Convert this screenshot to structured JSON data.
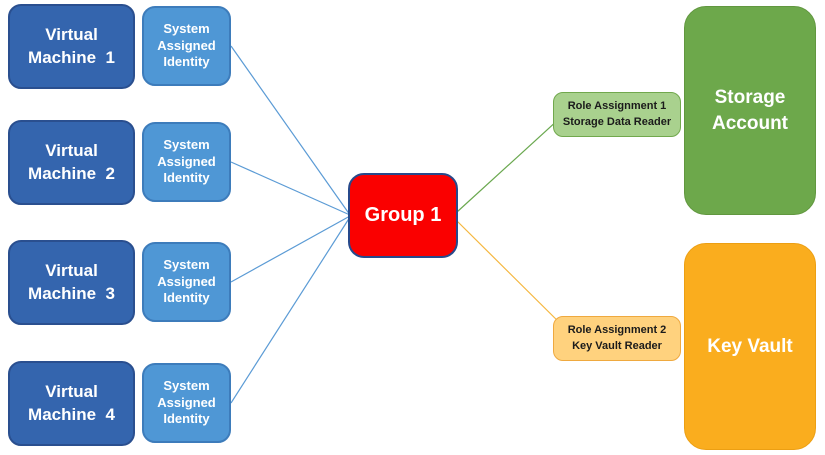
{
  "colors": {
    "background": "#FFFFFF",
    "vm_fill": "#3465AE",
    "vm_border": "#2A4F8F",
    "identity_fill": "#4F97D5",
    "identity_border": "#3D7CBB",
    "group_fill": "#FA0000",
    "group_border": "#27498B",
    "ra_storage_fill": "#A9D18E",
    "ra_storage_border": "#71A84D",
    "ra_keyvault_fill": "#FFD27E",
    "ra_keyvault_border": "#EFA93F",
    "storage_fill": "#6DA84B",
    "storage_border": "#61973F",
    "keyvault_fill": "#FAAD1E",
    "keyvault_border": "#EC9F13",
    "connector_blue": "#5B9BD5",
    "connector_green": "#6AA84F",
    "connector_orange": "#F5B73F",
    "box_text": "#FFFFFF",
    "ra_text": "#1B1B1B"
  },
  "machines": [
    {
      "label": "Virtual Machine  1",
      "identity_label": "System Assigned Identity"
    },
    {
      "label": "Virtual Machine  2",
      "identity_label": "System Assigned Identity"
    },
    {
      "label": "Virtual Machine  3",
      "identity_label": "System Assigned Identity"
    },
    {
      "label": "Virtual Machine  4",
      "identity_label": "System Assigned Identity"
    }
  ],
  "group": {
    "label": "Group 1"
  },
  "role_assignments": [
    {
      "title": "Role Assignment 1",
      "role": "Storage Data Reader"
    },
    {
      "title": "Role Assignment 2",
      "role": "Key Vault Reader"
    }
  ],
  "resources": [
    {
      "label": "Storage Account"
    },
    {
      "label": "Key Vault"
    }
  ]
}
